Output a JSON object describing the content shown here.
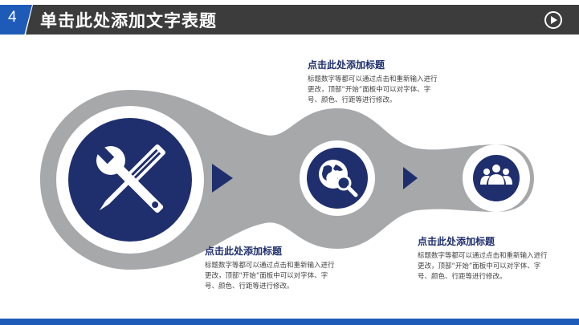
{
  "header": {
    "number": "4",
    "title": "单击此处添加文字表题"
  },
  "icons": {
    "play": "play-circle-icon",
    "tools": "wrench-screwdriver-icon",
    "globe": "globe-search-icon",
    "team": "team-icon"
  },
  "colors": {
    "navy": "#1f2f6e",
    "gray": "#a7a8aa",
    "accent_blue": "#1e5bb8",
    "header_dark": "#3c3c3c"
  },
  "blocks": [
    {
      "title": "点击此处添加标题",
      "lines": [
        "标题数字等都可以通过点击和重新输入进行",
        "更改，顶部“开始”面板中可以对字体、字",
        "号、颜色、行距等进行修改。"
      ]
    },
    {
      "title": "点击此处添加标题",
      "lines": [
        "标题数字等都可以通过点击和重新输入进行",
        "更改，顶部“开始”面板中可以对字体、字",
        "号、颜色、行距等进行修改。"
      ]
    },
    {
      "title": "点击此处添加标题",
      "lines": [
        "标题数字等都可以通过点击和重新输入进行",
        "更改，顶部“开始”面板中可以对字体、字",
        "号、颜色、行距等进行修改。"
      ]
    }
  ]
}
